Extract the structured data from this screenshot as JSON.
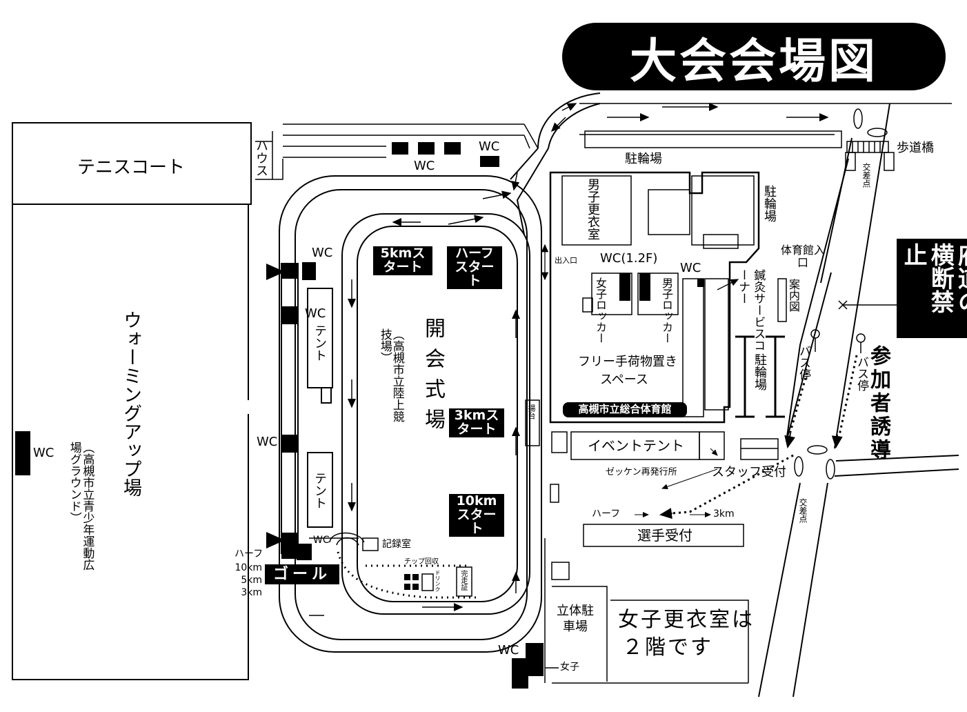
{
  "title": "大会会場図",
  "labels": {
    "tennis": "テニスコート",
    "house": "ハウス",
    "wc": "WC",
    "wc_12f": "WC(1.2F)",
    "warmup": "ウォーミングアップ場",
    "ground_name": "（高槻市立青少年運動広場グラウンド）",
    "opening_ceremony": "開会式場",
    "stadium_name": "（高槻市立陸上競技場）",
    "tent": "テント",
    "start_5km": "5kmスタート",
    "start_half": "ハーフスタート",
    "start_3km": "3kmスタート",
    "start_10km": "10kmスタート",
    "goal": "ゴール",
    "goal_distances": [
      "ハーフ",
      "10km",
      "5km",
      "3km"
    ],
    "record_room": "記録室",
    "chip_collection": "チップ回収",
    "drink": "ドリンク",
    "finish_cert": "完走証",
    "podium": "揚台",
    "exit_entrance": "出入口",
    "bike_parking_top": "駐輪場",
    "bike_parking_right": "駐輪場",
    "bike_parking_mid": "駐輪場",
    "men_changing": "男子更衣室",
    "women_locker": "女子ロッカー",
    "men_locker": "男子ロッカー",
    "free_storage_1": "フリー手荷物置き",
    "free_storage_2": "スペース",
    "gym_name": "高槻市立総合体育館",
    "gym_entrance": "体育館入口",
    "acupuncture": "鍼灸サービスコーナー",
    "info_board": "案内図",
    "event_tent": "イベントテント",
    "bib_reissue": "ゼッケン再発行所",
    "staff_reception": "スタッフ受付",
    "half": "ハーフ",
    "km3": "3km",
    "runner_reception": "選手受付",
    "multi_parking": "立体駐車場",
    "women": "女子",
    "women_changing_note_1": "女子更衣室は",
    "women_changing_note_2": "２階です",
    "pedestrian_bridge": "歩道橋",
    "intersection_top": "交差点",
    "intersection_bottom": "交差点",
    "bus_stop_1": "バス停",
    "bus_stop_2": "バス停",
    "participant_guide": "参加者誘導",
    "no_crossing": "府道の横断禁止"
  }
}
